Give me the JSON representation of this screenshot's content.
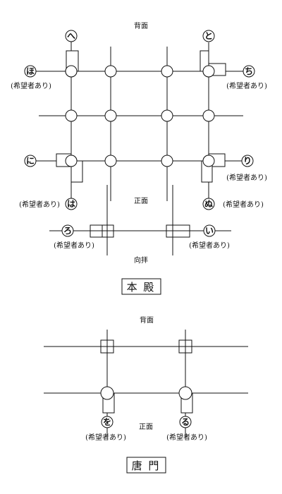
{
  "honden": {
    "back_label": "背面",
    "front_label": "正面",
    "approach_label": "向拝",
    "title": "本 殿",
    "markers": [
      {
        "kana": "へ"
      },
      {
        "kana": "と"
      },
      {
        "kana": "ほ",
        "note": "(希望者あり)"
      },
      {
        "kana": "ち",
        "note": "(希望者あり)"
      },
      {
        "kana": "に"
      },
      {
        "kana": "り",
        "note": "(希望者あり)"
      },
      {
        "kana": "は",
        "note": "(希望者あり)"
      },
      {
        "kana": "ぬ",
        "note": "(希望者あり)"
      },
      {
        "kana": "ろ",
        "note": "(希望者あり)"
      },
      {
        "kana": "い",
        "note": "(希望者あり)"
      }
    ]
  },
  "karamon": {
    "back_label": "背面",
    "front_label": "正面",
    "title": "唐 門",
    "markers": [
      {
        "kana": "を",
        "note": "(希望者あり)"
      },
      {
        "kana": "る",
        "note": "(希望者あり)"
      }
    ]
  }
}
